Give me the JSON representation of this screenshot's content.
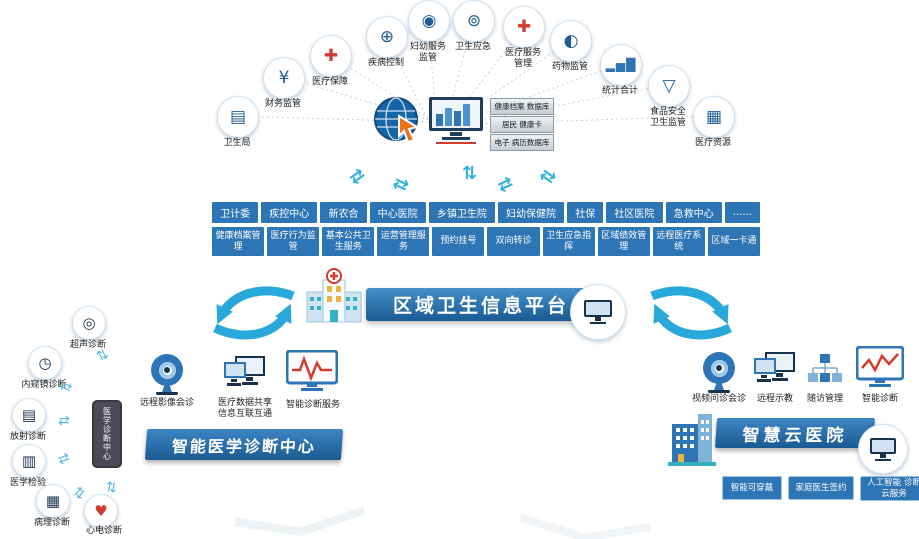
{
  "colors": {
    "accent": "#29a8dc",
    "primary": "#2e75b6",
    "dark": "#1d5c94",
    "alert_red": "#d23b2f"
  },
  "decor": {
    "swap_arrow": "⇄",
    "updown_arrow": "⇅"
  },
  "header": {
    "arc": [
      {
        "label": "卫生局",
        "glyph": "▤"
      },
      {
        "label": "财务监管",
        "glyph": "¥"
      },
      {
        "label": "医疗保障",
        "glyph": "✚"
      },
      {
        "label": "疾病控制",
        "glyph": "⊕"
      },
      {
        "label": "妇幼服务监管",
        "glyph": "◉"
      },
      {
        "label": "卫生应急",
        "glyph": "⊚"
      },
      {
        "label": "医疗服务管理",
        "glyph": "✚"
      },
      {
        "label": "药物监管",
        "glyph": "◐"
      },
      {
        "label": "统计合计",
        "glyph": "▂▅█"
      },
      {
        "label": "食品安全卫生监管",
        "glyph": "▽"
      },
      {
        "label": "医疗资源",
        "glyph": "▦"
      }
    ],
    "databases": [
      "健康档案 数据库",
      "居民 健康卡",
      "电子 病历数据库"
    ]
  },
  "org_row": [
    "卫计委",
    "疾控中心",
    "新农合",
    "中心医院",
    "乡镇卫生院",
    "妇幼保健院",
    "社保",
    "社区医院",
    "急救中心",
    "......"
  ],
  "service_row": [
    "健康档案管理",
    "医疗行为监管",
    "基本公共卫生服务",
    "运营管理服务",
    "预约挂号",
    "双向转诊",
    "卫生应急指挥",
    "区域绩效管理",
    "远程医疗系统",
    "区域一卡通"
  ],
  "platform": {
    "title": "区域卫生信息平台"
  },
  "diagnosis_center": {
    "title": "智能医学诊断中心",
    "device_label": "医学诊断中心",
    "satellites": [
      {
        "label": "超声诊断",
        "glyph": "◎"
      },
      {
        "label": "内窥镜诊断",
        "glyph": "◷"
      },
      {
        "label": "放射诊断",
        "glyph": "▤"
      },
      {
        "label": "医学检验",
        "glyph": "▥"
      },
      {
        "label": "病理诊断",
        "glyph": "▦"
      },
      {
        "label": "心电诊断",
        "glyph": "♥"
      }
    ],
    "services": [
      {
        "label": "远程影像会诊"
      },
      {
        "label": "医疗数据共享 信息互联互通"
      },
      {
        "label": "智能诊断服务"
      }
    ]
  },
  "cloud_hospital": {
    "title": "智慧云医院",
    "services": [
      {
        "label": "视频问诊会诊"
      },
      {
        "label": "远程示教"
      },
      {
        "label": "随访管理"
      },
      {
        "label": "智能诊断"
      }
    ],
    "tags": [
      "智能可穿戴",
      "家庭医生签约",
      "人工智能 诊断云服务"
    ]
  }
}
